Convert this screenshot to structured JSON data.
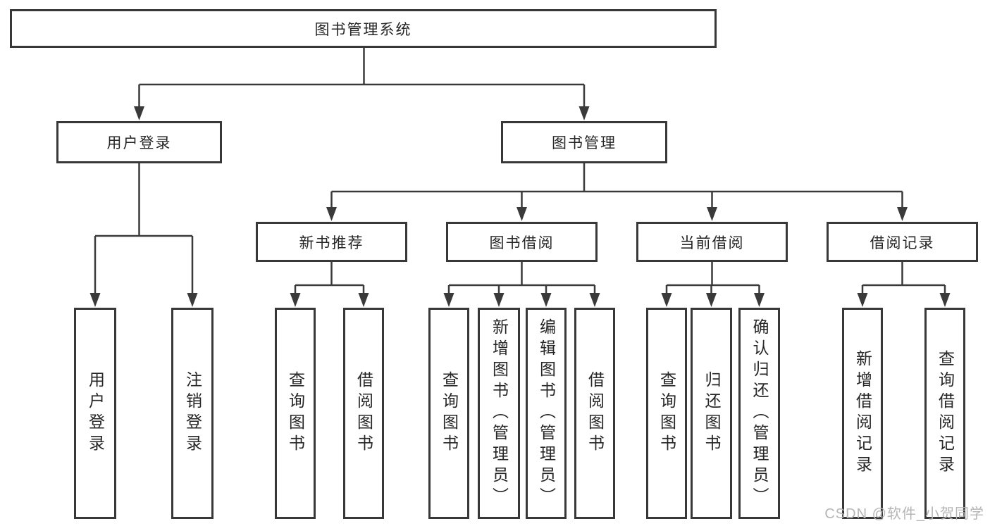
{
  "diagram": {
    "tree": {
      "root": "图书管理系统",
      "children": [
        {
          "label": "用户登录",
          "children": [
            "用户登录",
            "注销登录"
          ]
        },
        {
          "label": "图书管理",
          "children": [
            {
              "label": "新书推荐",
              "children": [
                "查询图书",
                "借阅图书"
              ]
            },
            {
              "label": "图书借阅",
              "children": [
                "查询图书",
                "新增图书（管理员）",
                "编辑图书（管理员）",
                "借阅图书"
              ]
            },
            {
              "label": "当前借阅",
              "children": [
                "查询图书",
                "归还图书",
                "确认归还（管理员）"
              ]
            },
            {
              "label": "借阅记录",
              "children": [
                "新增借阅记录",
                "查询借阅记录"
              ]
            }
          ]
        }
      ]
    },
    "colors": {
      "line": "#3a3a3a",
      "box_border": "#383838",
      "text": "#262626",
      "watermark": "#b5b5b5",
      "background": "#ffffff"
    },
    "watermark": "CSDN @软件_小贺同学"
  }
}
